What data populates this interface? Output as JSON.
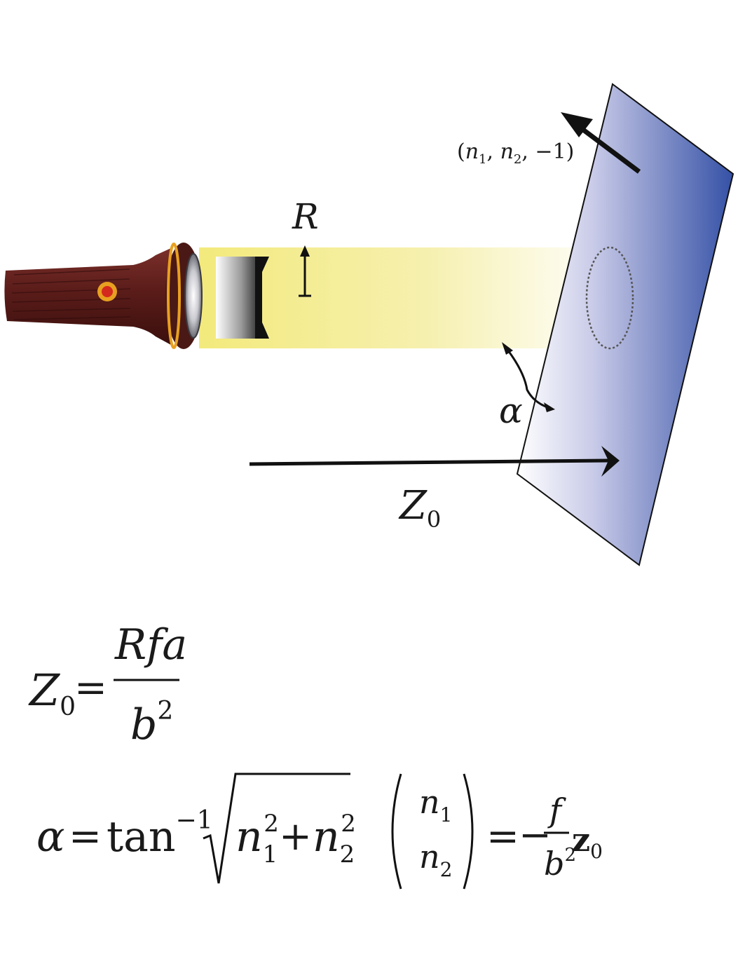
{
  "labels": {
    "radius": "R",
    "normal_vector": "(n1, n2, −1)",
    "angle": "α",
    "distance": "Z0"
  },
  "equations": {
    "z0": {
      "lhs_main": "Z",
      "lhs_sub": "0",
      "equals": "=",
      "numerator": "Rfa",
      "denominator_base": "b",
      "denominator_exp": "2"
    },
    "alpha": {
      "lhs": "α",
      "equals": "=",
      "fn": "tan",
      "fn_exp": "−1",
      "term1_base": "n",
      "term1_sub": "1",
      "term1_exp": "2",
      "plus": "+",
      "term2_base": "n",
      "term2_sub": "2",
      "term2_exp": "2"
    },
    "normal": {
      "row1_base": "n",
      "row1_sub": "1",
      "row2_base": "n",
      "row2_sub": "2",
      "equals": "=",
      "minus": "−",
      "frac_num": "f",
      "frac_den_base": "b",
      "frac_den_exp": "2",
      "vec": "z",
      "vec_sub": "0"
    }
  },
  "colors": {
    "beam": "#f5ee9a",
    "plane_dark": "#3a52a8",
    "flashlight_body": "#5c1f1c",
    "accent_orange": "#e8a020"
  }
}
